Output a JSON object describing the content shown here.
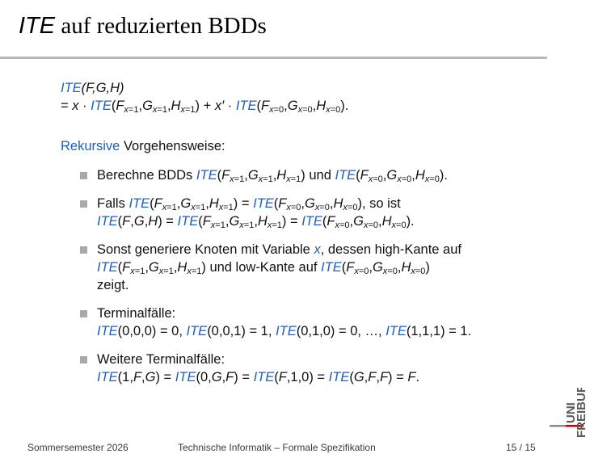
{
  "slide": {
    "title_ite": "ITE",
    "title_rest": " auf reduzierten BDDs"
  },
  "formula": {
    "ite": "ITE",
    "line1_args": "(F, G, H)",
    "line2_prefix": "= x · ",
    "prime_part": " + x′ · "
  },
  "heading": {
    "blue": "Rekursive",
    "rest": " Vorgehensweise:"
  },
  "bullets": [
    {
      "text": "Berechne BDDs",
      "mid": "und"
    },
    {
      "text": "Falls",
      "so_ist": ", so ist"
    },
    {
      "text": "Sonst generiere Knoten mit Variable",
      "var": "x",
      "mid": ", dessen high-Kante auf",
      "low": " und low-Kante auf",
      "end": "zeigt."
    },
    {
      "text": "Terminalfälle:"
    },
    {
      "text": "Weitere Terminalfälle:"
    }
  ],
  "footer": {
    "semester": "Sommersemester 2026",
    "course": "Technische Informatik – Formale Spezifikation",
    "page": "15 / 15"
  },
  "logo": {
    "line1": "UNI",
    "line2": "FREIBURG"
  }
}
